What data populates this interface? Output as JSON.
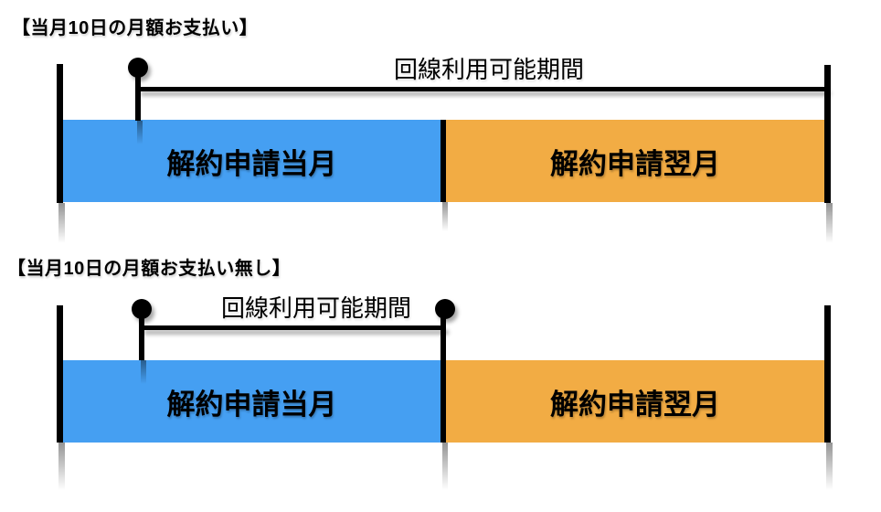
{
  "colors": {
    "bar_blue": "#459FF2",
    "bar_orange": "#F2AC44",
    "line_black": "#000000"
  },
  "section1": {
    "title": "【当月10日の月額お支払い】",
    "period_label": "回線利用可能期間",
    "bar_left_label": "解約申請当月",
    "bar_right_label": "解約申請翌月"
  },
  "section2": {
    "title": "【当月10日の月額お支払い無し】",
    "period_label": "回線利用可能期間",
    "bar_left_label": "解約申請当月",
    "bar_right_label": "解約申請翌月"
  }
}
